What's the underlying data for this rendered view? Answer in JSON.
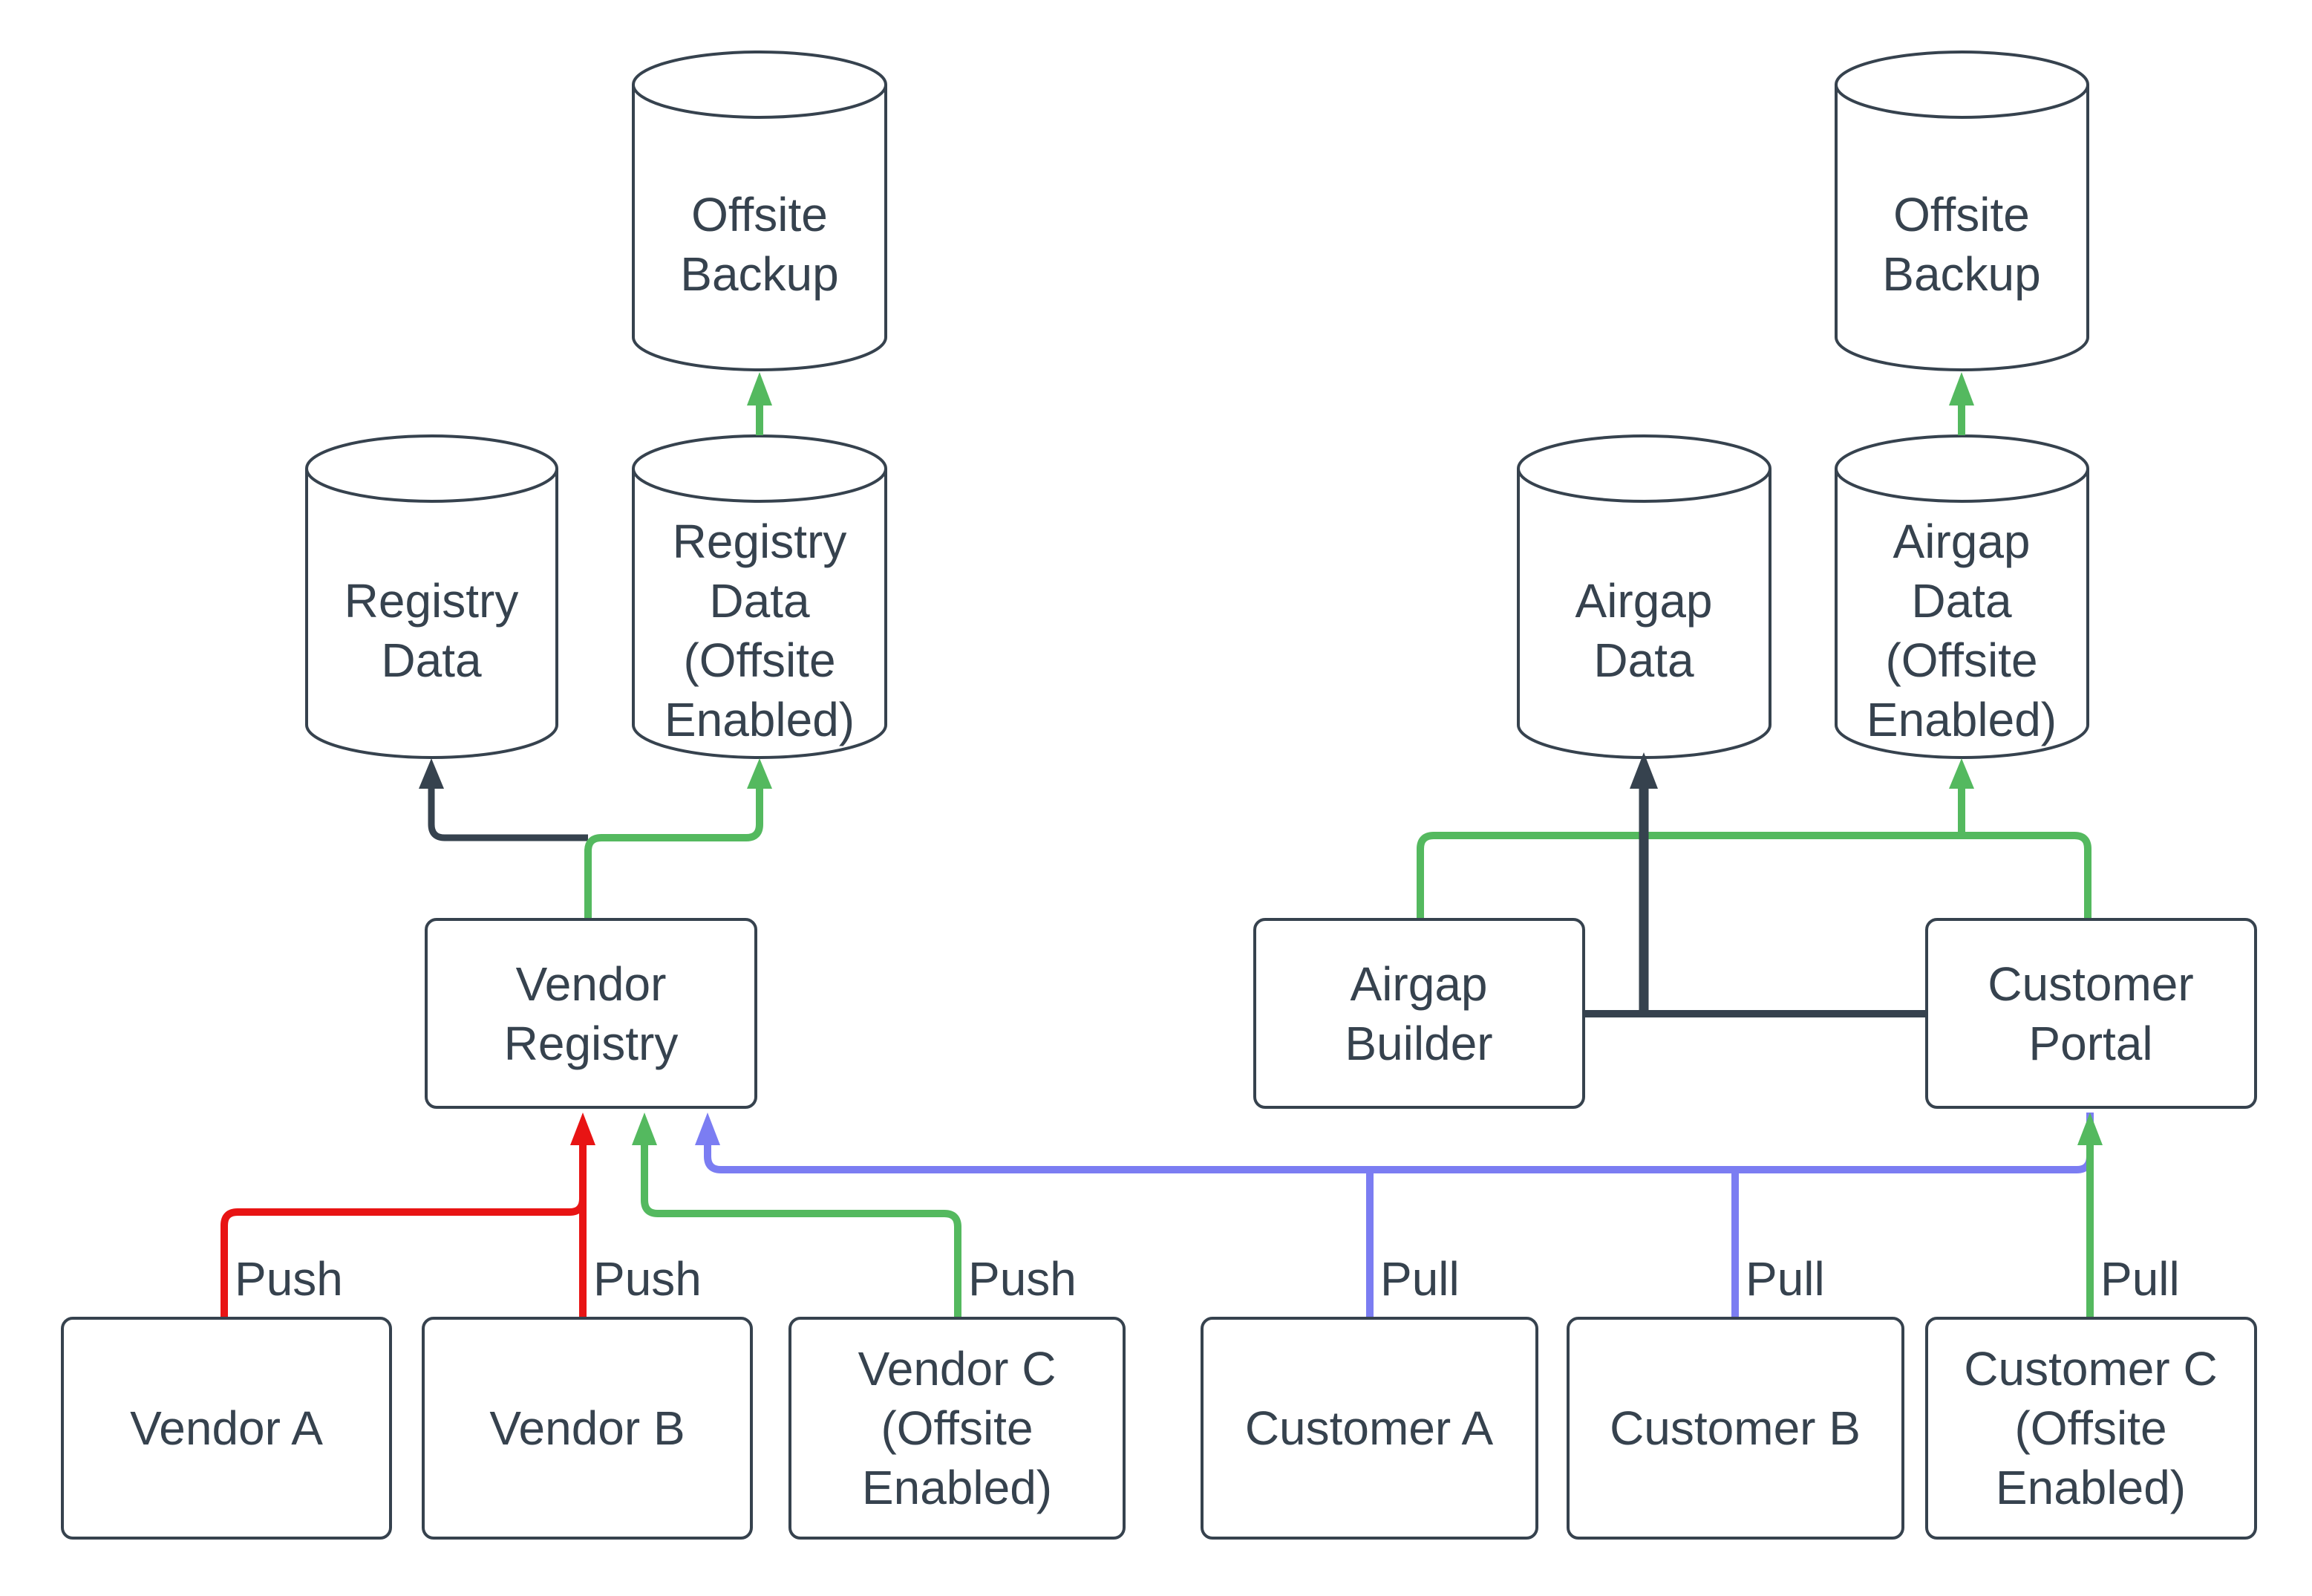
{
  "diagram": {
    "title": "",
    "colors": {
      "stroke_dark": "#36424E",
      "red": "#E81414",
      "green": "#54B95F",
      "blue": "#7B7DF2",
      "background": "#FFFFFF",
      "node_fill": "#FFFFFF",
      "text": "#36424E"
    },
    "nodes": {
      "offsite_backup_left": {
        "label": "Offsite Backup",
        "shape": "cylinder"
      },
      "registry_data": {
        "label": "Registry Data",
        "shape": "cylinder"
      },
      "registry_data_offsite": {
        "label": "Registry Data (Offsite Enabled)",
        "shape": "cylinder"
      },
      "vendor_registry": {
        "label": "Vendor Registry",
        "shape": "rect"
      },
      "vendor_a": {
        "label": "Vendor A",
        "shape": "rect"
      },
      "vendor_b": {
        "label": "Vendor B",
        "shape": "rect"
      },
      "vendor_c": {
        "label": "Vendor C (Offsite Enabled)",
        "shape": "rect"
      },
      "offsite_backup_right": {
        "label": "Offsite Backup",
        "shape": "cylinder"
      },
      "airgap_data": {
        "label": "Airgap Data",
        "shape": "cylinder"
      },
      "airgap_data_offsite": {
        "label": "Airgap Data (Offsite Enabled)",
        "shape": "cylinder"
      },
      "airgap_builder": {
        "label": "Airgap Builder",
        "shape": "rect"
      },
      "customer_portal": {
        "label": "Customer Portal",
        "shape": "rect"
      },
      "customer_a": {
        "label": "Customer A",
        "shape": "rect"
      },
      "customer_b": {
        "label": "Customer B",
        "shape": "rect"
      },
      "customer_c": {
        "label": "Customer C (Offsite Enabled)",
        "shape": "rect"
      }
    },
    "edges": [
      {
        "from": "Vendor A",
        "to": "Vendor Registry",
        "color": "#E81414",
        "color_name": "red",
        "label": "Push",
        "arrow": true
      },
      {
        "from": "Vendor B",
        "to": "Vendor Registry",
        "color": "#E81414",
        "color_name": "red",
        "label": "Push",
        "arrow": true
      },
      {
        "from": "Vendor C (Offsite Enabled)",
        "to": "Vendor Registry",
        "color": "#54B95F",
        "color_name": "green",
        "label": "Push",
        "arrow": true
      },
      {
        "from": "Customer A",
        "to": "Vendor Registry",
        "color": "#7B7DF2",
        "color_name": "blue",
        "label": "Pull",
        "arrow": true
      },
      {
        "from": "Customer B",
        "to": "Vendor Registry",
        "color": "#7B7DF2",
        "color_name": "blue",
        "label": "Pull",
        "arrow": true
      },
      {
        "from": "Customer C (Offsite Enabled)",
        "to": "Customer Portal",
        "color": "#54B95F",
        "color_name": "green",
        "label": "Pull",
        "arrow": true
      },
      {
        "from": "Customer Portal",
        "to": "Vendor Registry",
        "color": "#7B7DF2",
        "color_name": "blue",
        "label": "",
        "arrow": true
      },
      {
        "from": "Vendor Registry",
        "to": "Registry Data",
        "color": "#36424E",
        "color_name": "dark",
        "label": "",
        "arrow": true
      },
      {
        "from": "Vendor Registry",
        "to": "Registry Data (Offsite Enabled)",
        "color": "#54B95F",
        "color_name": "green",
        "label": "",
        "arrow": true
      },
      {
        "from": "Registry Data (Offsite Enabled)",
        "to": "Offsite Backup",
        "color": "#54B95F",
        "color_name": "green",
        "label": "",
        "arrow": true
      },
      {
        "from": "Airgap Builder",
        "to": "Airgap Data",
        "color": "#36424E",
        "color_name": "dark",
        "label": "",
        "arrow": true
      },
      {
        "from": "Customer Portal",
        "to": "Airgap Data",
        "color": "#36424E",
        "color_name": "dark",
        "label": "",
        "arrow": true
      },
      {
        "from": "Customer Portal",
        "to": "Airgap Builder",
        "color": "#54B95F",
        "color_name": "green",
        "label": "",
        "arrow": false
      },
      {
        "from": "Customer Portal",
        "to": "Airgap Data (Offsite Enabled)",
        "color": "#54B95F",
        "color_name": "green",
        "label": "",
        "arrow": true
      },
      {
        "from": "Airgap Data (Offsite Enabled)",
        "to": "Offsite Backup",
        "color": "#54B95F",
        "color_name": "green",
        "label": "",
        "arrow": true
      }
    ]
  }
}
